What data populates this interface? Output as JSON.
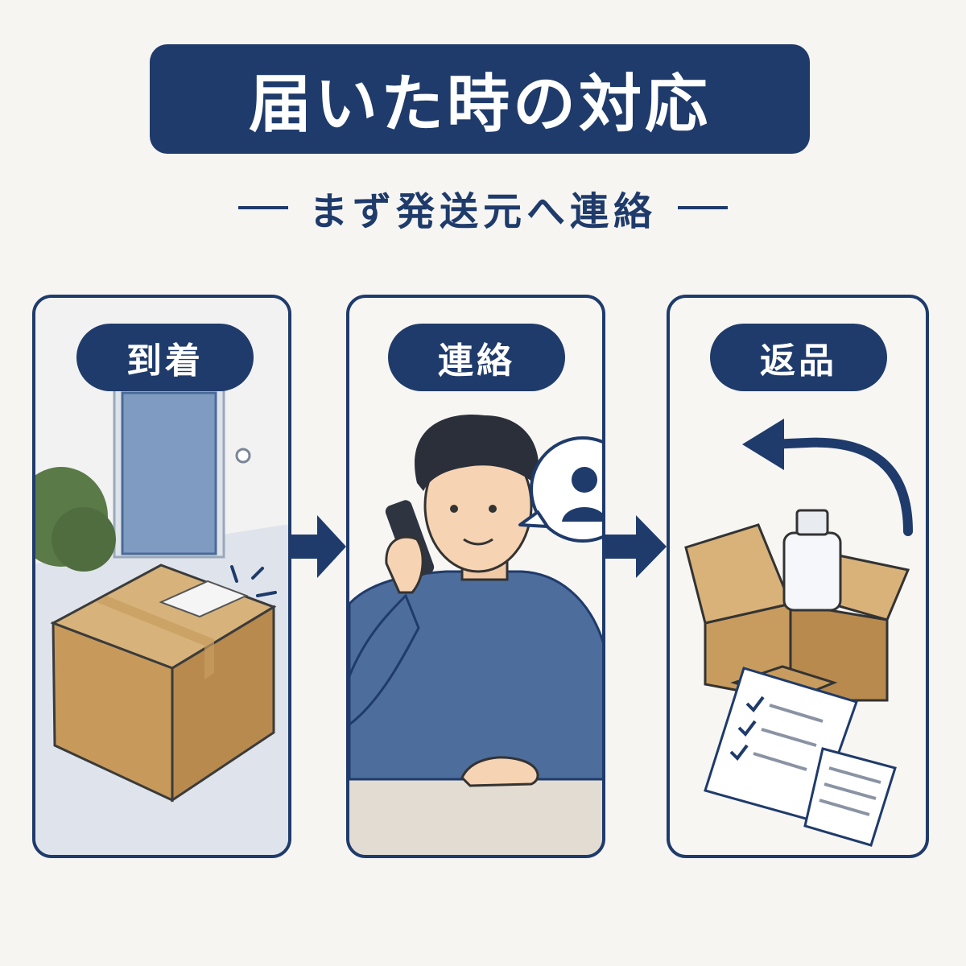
{
  "header": {
    "title": "届いた時の対応",
    "subtitle": "まず発送元へ連絡"
  },
  "steps": [
    {
      "label": "到着",
      "icon": "doorstep-package-icon"
    },
    {
      "label": "連絡",
      "icon": "phone-call-person-icon"
    },
    {
      "label": "返品",
      "icon": "return-box-icon"
    }
  ],
  "colors": {
    "navy": "#1f3b6b",
    "cardboard": "#c9a36b",
    "background": "#f6f5f2"
  }
}
